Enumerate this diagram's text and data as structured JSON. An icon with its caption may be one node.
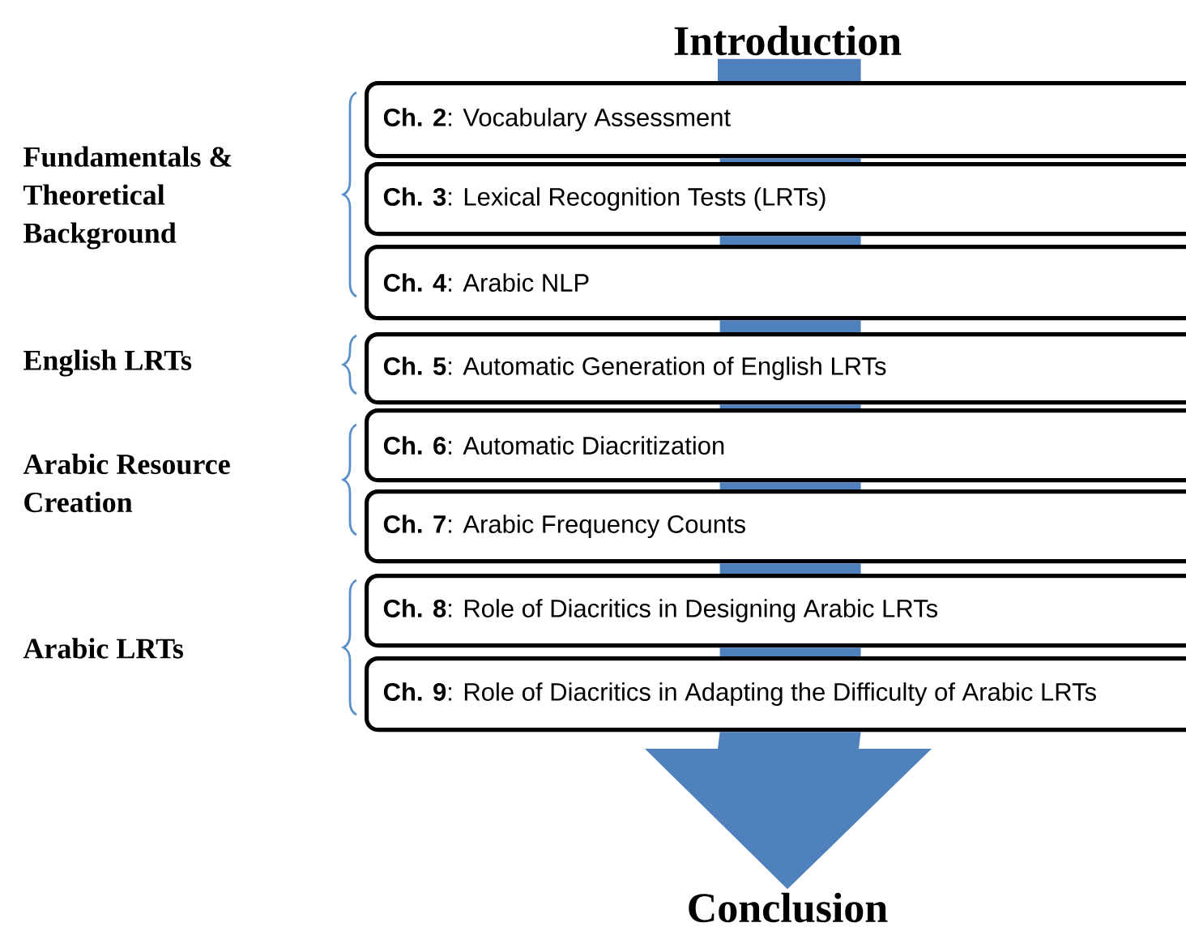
{
  "diagram": {
    "nodes": [
      {
        "text": [
          "Introduction"
        ]
      },
      {
        "text": [
          "**Ch. 2**: Vocabulary Assessment"
        ]
      },
      {
        "text": [
          "**Ch. 3**: Lexical Recognition Tests (LRTs)"
        ]
      },
      {
        "text": [
          "**Ch. 4**: Arabic NLP"
        ]
      },
      {
        "text": [
          "**Ch. 5**: Automatic Generation of English LRTs"
        ]
      },
      {
        "text": [
          "**Ch. 6**: Automatic Diacritization"
        ]
      },
      {
        "text": [
          "**Ch. 7**: Arabic Frequency Counts"
        ]
      },
      {
        "text": [
          "**Ch. 8**: Role of Diacritics in Designing Arabic LRTs"
        ]
      },
      {
        "text": [
          "**Ch. 9**: Role of Diacritics in Adapting the Difficulty of Arabic LRTs"
        ]
      },
      {
        "text": [
          "Conclusion"
        ]
      }
    ],
    "edges": [
      {
        "from": 0,
        "to": 1,
        "arrow": "none",
        "color": "#4f81bd"
      },
      {
        "from": 1,
        "to": 2,
        "arrow": "none",
        "color": "#4f81bd"
      },
      {
        "from": 2,
        "to": 3,
        "arrow": "none",
        "color": "#4f81bd"
      },
      {
        "from": 3,
        "to": 4,
        "arrow": "none",
        "color": "#4f81bd"
      },
      {
        "from": 4,
        "to": 5,
        "arrow": "none",
        "color": "#4f81bd"
      },
      {
        "from": 5,
        "to": 6,
        "arrow": "none",
        "color": "#4f81bd"
      },
      {
        "from": 6,
        "to": 7,
        "arrow": "none",
        "color": "#4f81bd"
      },
      {
        "from": 7,
        "to": 8,
        "arrow": "none",
        "color": "#4f81bd"
      },
      {
        "from": 8,
        "to": 9,
        "arrow": "to",
        "color": "#4f81bd"
      }
    ],
    "labels": [
      "Fundamentals & Theoretical Background",
      "English LRTs",
      "Arabic Resource Creation",
      "Arabic LRTs"
    ]
  }
}
